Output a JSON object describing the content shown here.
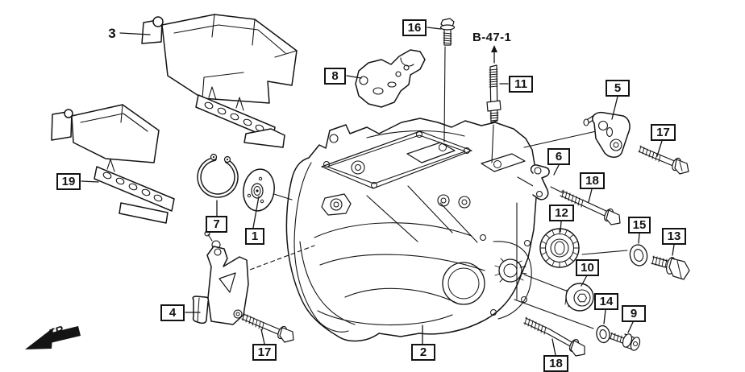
{
  "diagram": {
    "colors": {
      "background": "#ffffff",
      "line": "#141414"
    },
    "reference_link": {
      "label": "B-47-1"
    },
    "direction_indicator": {
      "label": "FR."
    },
    "callouts": [
      {
        "label": "3",
        "boxed": false
      },
      {
        "label": "19",
        "boxed": true
      },
      {
        "label": "7",
        "boxed": true
      },
      {
        "label": "1",
        "boxed": true
      },
      {
        "label": "4",
        "boxed": true
      },
      {
        "label": "17",
        "boxed": true
      },
      {
        "label": "2",
        "boxed": true
      },
      {
        "label": "16",
        "boxed": true
      },
      {
        "label": "8",
        "boxed": true
      },
      {
        "label": "11",
        "boxed": true
      },
      {
        "label": "5",
        "boxed": true
      },
      {
        "label": "17",
        "boxed": true
      },
      {
        "label": "6",
        "boxed": true
      },
      {
        "label": "18",
        "boxed": true
      },
      {
        "label": "12",
        "boxed": true
      },
      {
        "label": "15",
        "boxed": true
      },
      {
        "label": "13",
        "boxed": true
      },
      {
        "label": "10",
        "boxed": true
      },
      {
        "label": "14",
        "boxed": true
      },
      {
        "label": "9",
        "boxed": true
      },
      {
        "label": "18",
        "boxed": true
      }
    ]
  }
}
